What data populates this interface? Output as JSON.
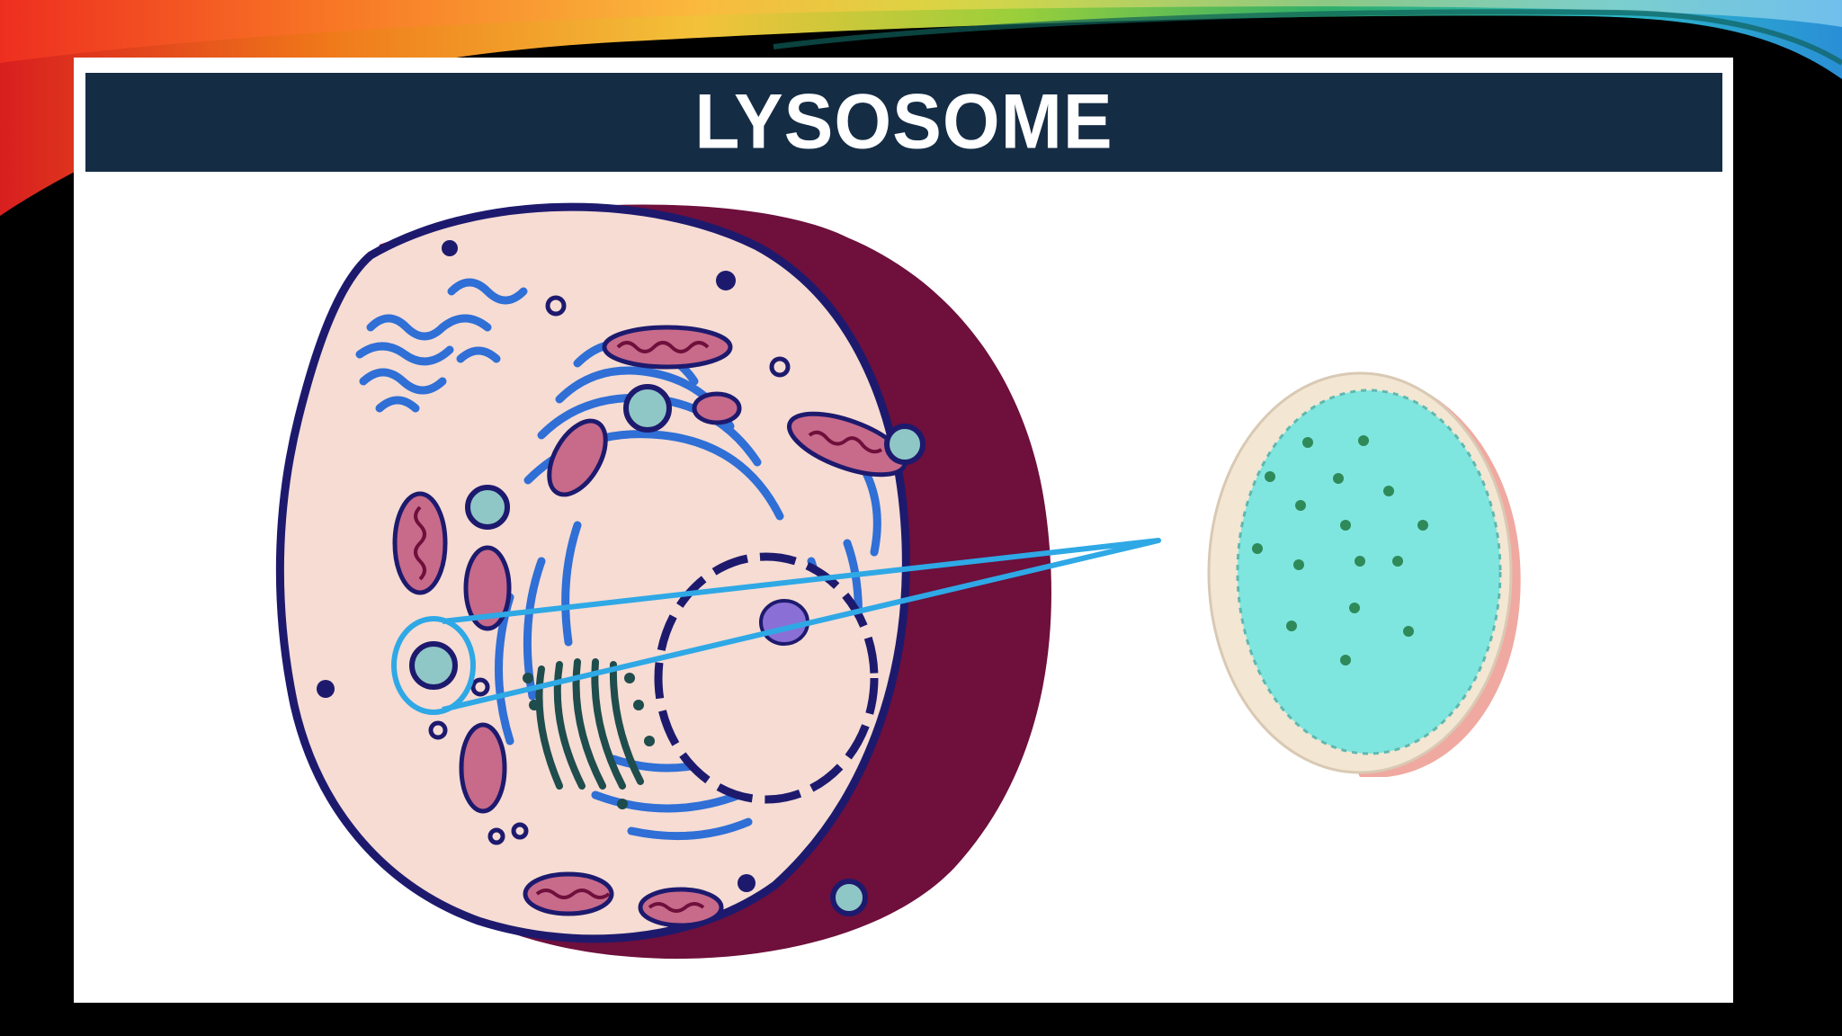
{
  "slide": {
    "title": "LYSOSOME"
  },
  "colors": {
    "background": "#000000",
    "slide": "#ffffff",
    "title_bar": "#152c45",
    "title_text": "#ffffff",
    "cell_cytoplasm": "#f6dcd3",
    "cell_shadow": "#6e0f3c",
    "cell_membrane": "#1d1a6e",
    "er_blue": "#2f6fd6",
    "mitochondria": "#c86a8a",
    "golgi": "#1f4c4c",
    "nucleolus": "#8a6fd6",
    "highlight": "#2fa8e6",
    "lysosome_fill": "#7fe6df",
    "lysosome_rim": "#f3e6d2",
    "lysosome_side": "#f0a9a0",
    "enzyme_dots": "#2f8a5a"
  },
  "icons": [
    "animal-cell-illustration",
    "lysosome-magnified-illustration",
    "zoom-callout-lines"
  ]
}
